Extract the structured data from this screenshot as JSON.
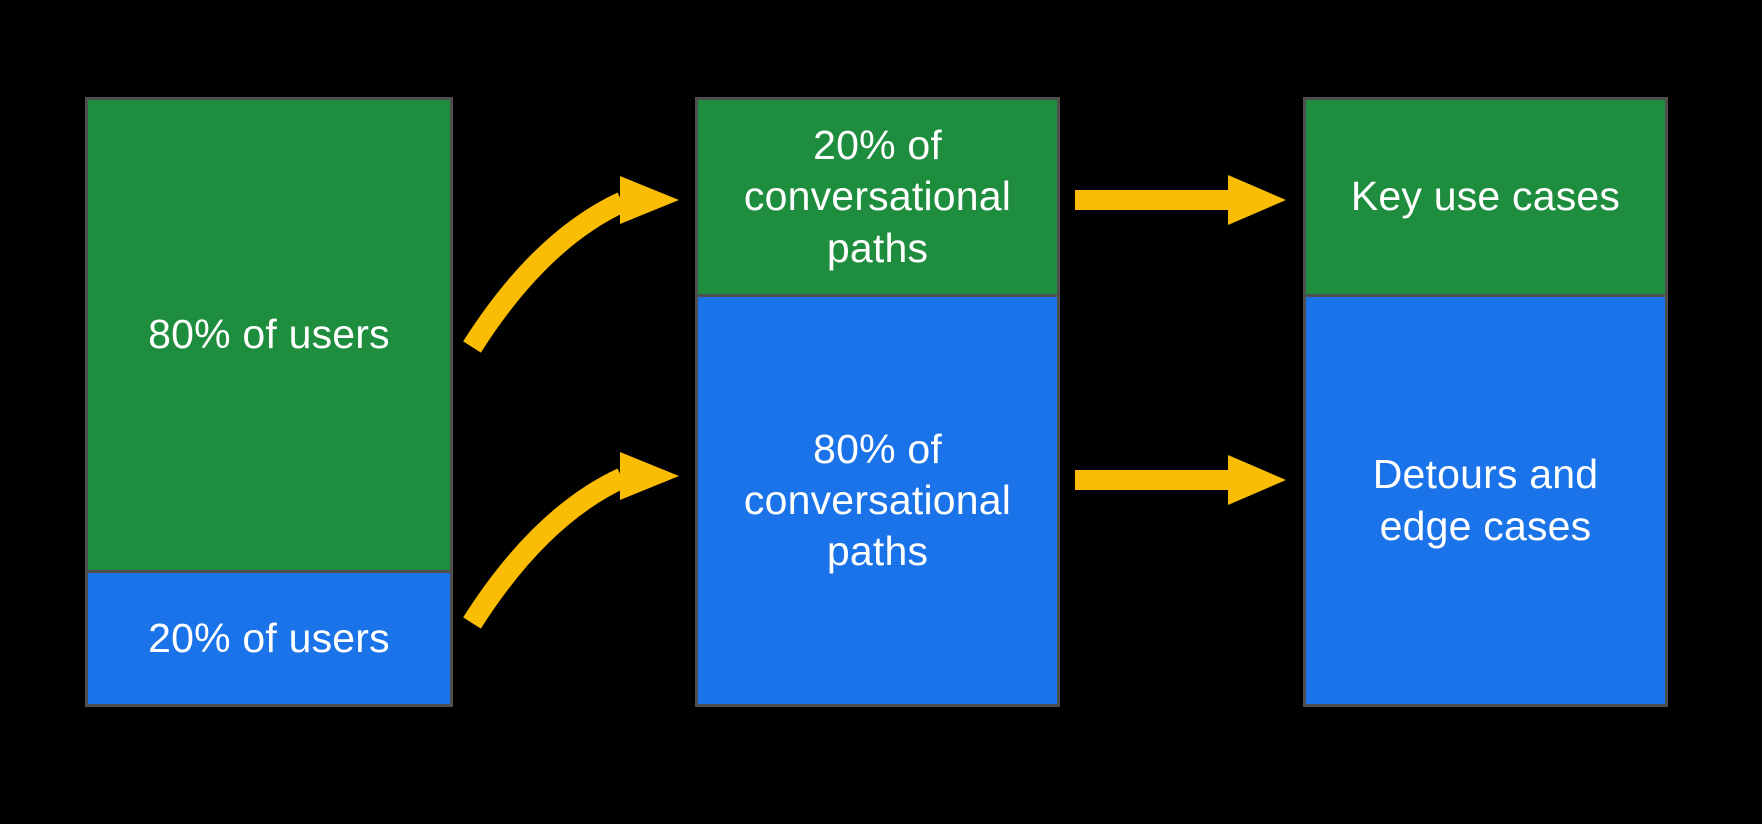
{
  "colors": {
    "background": "#000000",
    "green": "#1e8e3e",
    "blue": "#1a73e8",
    "arrow_yellow": "#fbbc04",
    "box_border_gray": "#4f4f4f",
    "label_text": "#ffffff"
  },
  "diagram": {
    "description": "Pareto principle mapping of users to conversational paths to use cases",
    "columns": [
      {
        "name": "users",
        "segments": [
          {
            "color": "green",
            "share": "80%",
            "label": "80% of users"
          },
          {
            "color": "blue",
            "share": "20%",
            "label": "20% of users"
          }
        ]
      },
      {
        "name": "conversational-paths",
        "segments": [
          {
            "color": "green",
            "share": "20%",
            "label": "20% of\nconversational\npaths"
          },
          {
            "color": "blue",
            "share": "80%",
            "label": "80% of\nconversational\npaths"
          }
        ]
      },
      {
        "name": "use-cases",
        "segments": [
          {
            "color": "green",
            "label": "Key use cases"
          },
          {
            "color": "blue",
            "label": "Detours and\nedge cases"
          }
        ]
      }
    ],
    "arrows": [
      {
        "name": "curved-arrow-top",
        "from": "80% of users",
        "to": "20% of conversational paths"
      },
      {
        "name": "curved-arrow-bottom",
        "from": "20% of users",
        "to": "80% of conversational paths"
      },
      {
        "name": "straight-arrow-top",
        "from": "20% of conversational paths",
        "to": "Key use cases"
      },
      {
        "name": "straight-arrow-bottom",
        "from": "80% of conversational paths",
        "to": "Detours and edge cases"
      }
    ]
  }
}
